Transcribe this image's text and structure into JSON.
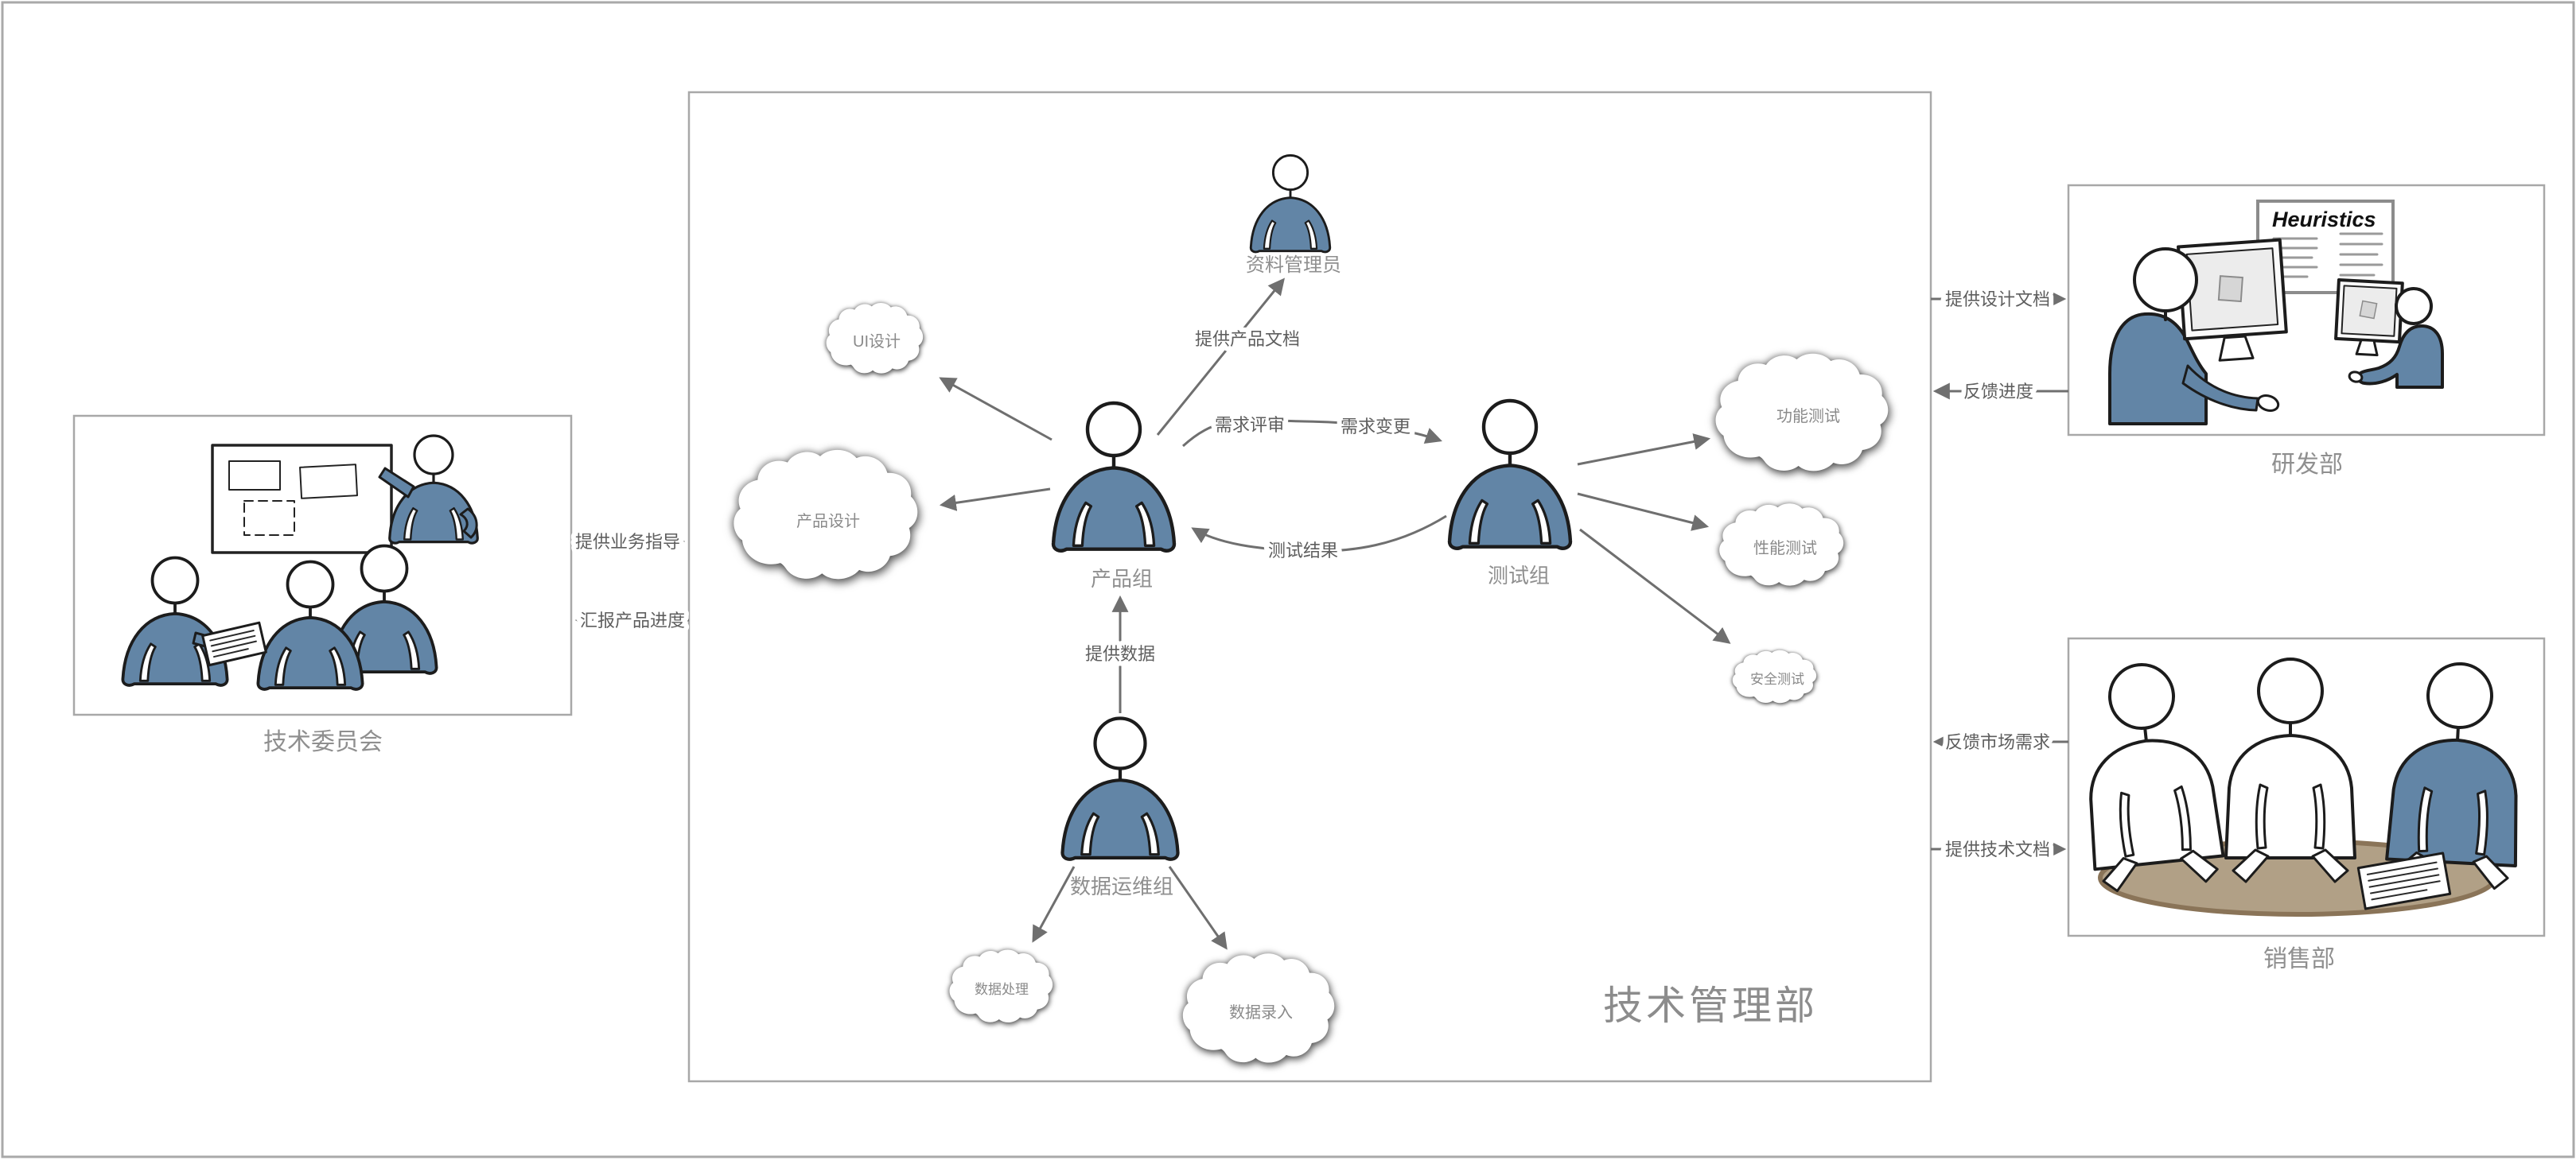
{
  "scene": {
    "main_box": {
      "title": "技术管理部",
      "actors": {
        "doc_manager": "资料管理员",
        "product_group": "产品组",
        "test_group": "测试组",
        "data_ops_group": "数据运维组"
      },
      "clouds": {
        "ui_design": "UI设计",
        "product_design": "产品设计",
        "functional_test": "功能测试",
        "performance_test": "性能测试",
        "security_test": "安全测试",
        "data_processing": "数据处理",
        "data_entry": "数据录入"
      },
      "flows": {
        "provide_product_doc": "提供产品文档",
        "requirement_review": "需求评审",
        "requirement_change": "需求变更",
        "test_result": "测试结果",
        "provide_data": "提供数据"
      }
    },
    "committee_box": {
      "label": "技术委员会"
    },
    "rnd_box": {
      "label": "研发部",
      "poster_title": "Heuristics"
    },
    "sales_box": {
      "label": "销售部"
    },
    "connectors": {
      "provide_business_guidance": "提供业务指导",
      "report_product_progress": "汇报产品进度",
      "provide_design_doc": "提供设计文档",
      "feedback_progress": "反馈进度",
      "feedback_market_demand": "反馈市场需求",
      "provide_tech_doc": "提供技术文档"
    },
    "colors": {
      "shirt_blue": "#6285a6",
      "ink_outline": "#1c1c1c",
      "box_border": "#a8a8a8",
      "name_label_gray": "#8f8f8f",
      "flow_label_gray": "#5e5e5e",
      "arrow_gray": "#6f6f6f",
      "table_brown": "#b1a086",
      "table_border": "#8a7458",
      "big_title_gray": "#8c8c8c"
    }
  }
}
